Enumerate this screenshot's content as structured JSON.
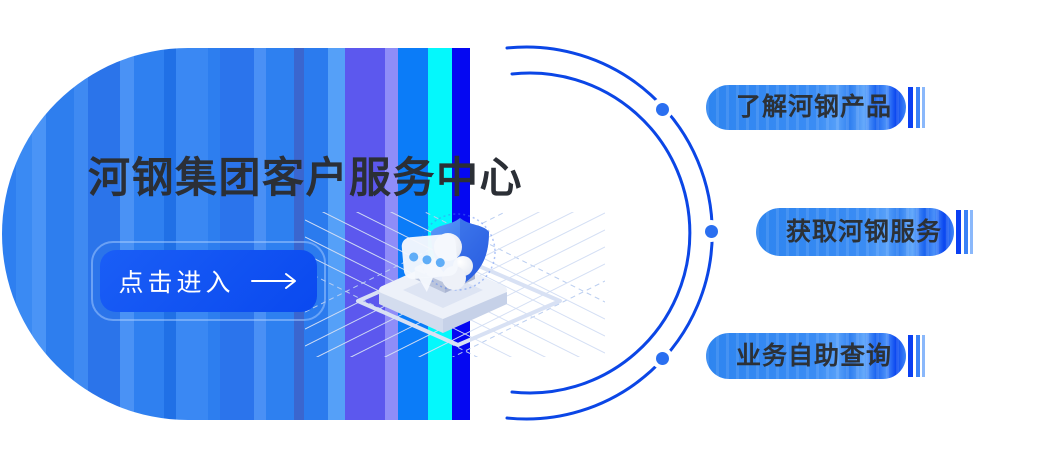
{
  "hero": {
    "heading": "河钢集团客户服务中心",
    "cta": {
      "label": "点击进入",
      "icon": "arrow-right"
    }
  },
  "menu": {
    "items": [
      {
        "label": "了解河钢产品"
      },
      {
        "label": "获取河钢服务"
      },
      {
        "label": "业务自助查询"
      }
    ]
  },
  "illustration": {
    "icons": [
      "chat-bubble-icon",
      "shield-icon",
      "isometric-platform",
      "isometric-grid"
    ]
  },
  "colors": {
    "cta_blue": "#0d4ff0",
    "pill_blue": "#2e85f0",
    "arc_blue": "#0b46e6",
    "dot_blue": "#2a6ff0",
    "heading_text": "#2b2f36",
    "stripe_cyan": "#04f8fc",
    "stripe_violet": "#5c58ee",
    "stripe_pure_blue": "#0508f2"
  }
}
